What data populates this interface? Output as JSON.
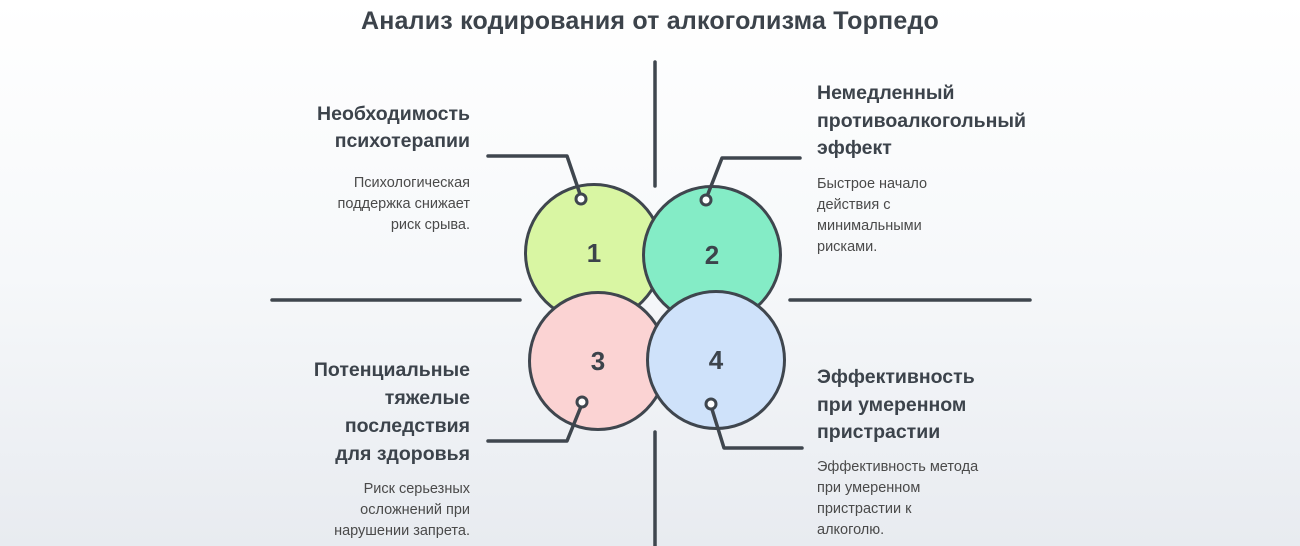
{
  "title": "Анализ кодирования от алкоголизма Торпедо",
  "quadrants": [
    {
      "number": "1",
      "heading": "Необходимость психотерапии",
      "body": "Психологическая поддержка снижает риск срыва.",
      "color": "#d9f6a3"
    },
    {
      "number": "2",
      "heading": "Немедленный противоалкогольный эффект",
      "body": "Быстрое начало действия с минимальными рисками.",
      "color": "#84ecc6"
    },
    {
      "number": "3",
      "heading": "Потенциальные тяжелые последствия для здоровья",
      "body": "Риск серьезных осложнений при нарушении запрета.",
      "color": "#fbd3d3"
    },
    {
      "number": "4",
      "heading": "Эффективность при умеренном пристрастии",
      "body": "Эффективность метода при умеренном пристрастии к алкоголю.",
      "color": "#cfe2fa"
    }
  ],
  "colors": {
    "line": "#3f464e",
    "heading": "#3c434b",
    "body": "#4a4a4a"
  }
}
